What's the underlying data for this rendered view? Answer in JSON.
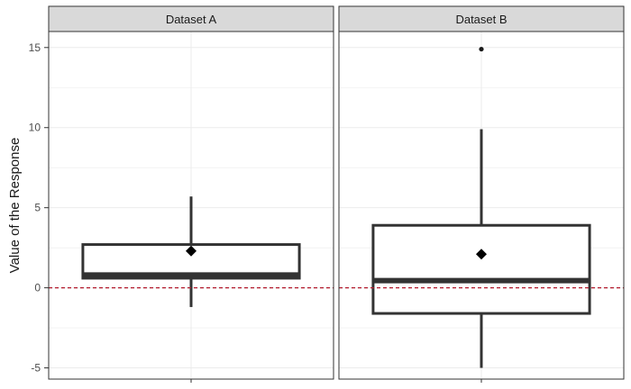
{
  "chart_data": {
    "type": "box",
    "ylabel": "Value of the Response",
    "xlabel": "",
    "ylim": [
      -5.7,
      16.0
    ],
    "y_ticks": [
      -5,
      0,
      5,
      10,
      15
    ],
    "y_tick_labels": [
      "-5",
      "0",
      "5",
      "10",
      "15"
    ],
    "grid": true,
    "reference_line": {
      "y": 0,
      "style": "dashed",
      "color": "#b2182b"
    },
    "panels": [
      {
        "name": "Dataset A",
        "whisker_low": -1.2,
        "q1": 0.6,
        "median": 0.8,
        "q3": 2.7,
        "whisker_high": 5.7,
        "mean": 2.3,
        "outliers": []
      },
      {
        "name": "Dataset B",
        "whisker_low": -5.0,
        "q1": -1.6,
        "median": 0.45,
        "q3": 3.9,
        "whisker_high": 9.9,
        "mean": 2.1,
        "outliers": [
          14.9
        ]
      }
    ],
    "colors": {
      "box_stroke": "#333333",
      "strip_fill": "#d9d9d9",
      "panel_border": "#333333",
      "grid": "#ebebeb"
    }
  }
}
